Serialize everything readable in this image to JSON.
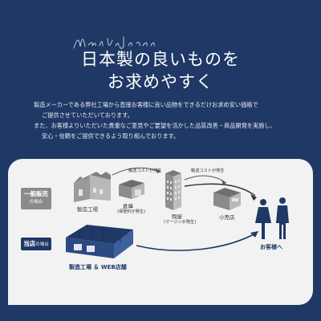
{
  "script_logo": "Made In Japan",
  "headline": {
    "line1": "日本製の良いものを",
    "line2": "お求めやすく"
  },
  "intro": [
    "製造メーカーである弊社工場から直接お客様に良い品物をできるだけお求め安い価格で",
    "ご提供させていただいております。",
    "また、お客様よりいただいた貴重なご意見やご要望を活かした品質改善・商品開発を実施し、",
    "安心・信頼をご提供できるよう取り組んでおります。"
  ],
  "diagram": {
    "normal_tag": "一般販売",
    "normal_sub": "の場合",
    "ours_tag": "当店",
    "ours_sub": "の場合",
    "factory": "製造工場",
    "warehouse": "倉庫",
    "warehouse_note": "(保管料が発生)",
    "wholesaler": "問屋",
    "wholesaler_note": "(マージンが発生)",
    "retailer": "小売店",
    "shipping_cost_1": "輸送コストが発生",
    "shipping_cost_2": "輸送コストが発生",
    "our_factory": "製造工場 ＆ WEB店舗",
    "customer": "お客様へ"
  },
  "colors": {
    "background": "#1f3866",
    "panel": "#f2f2f2",
    "normal_tag": "#8a8a8a",
    "arrow_dark": "#1f3866"
  }
}
